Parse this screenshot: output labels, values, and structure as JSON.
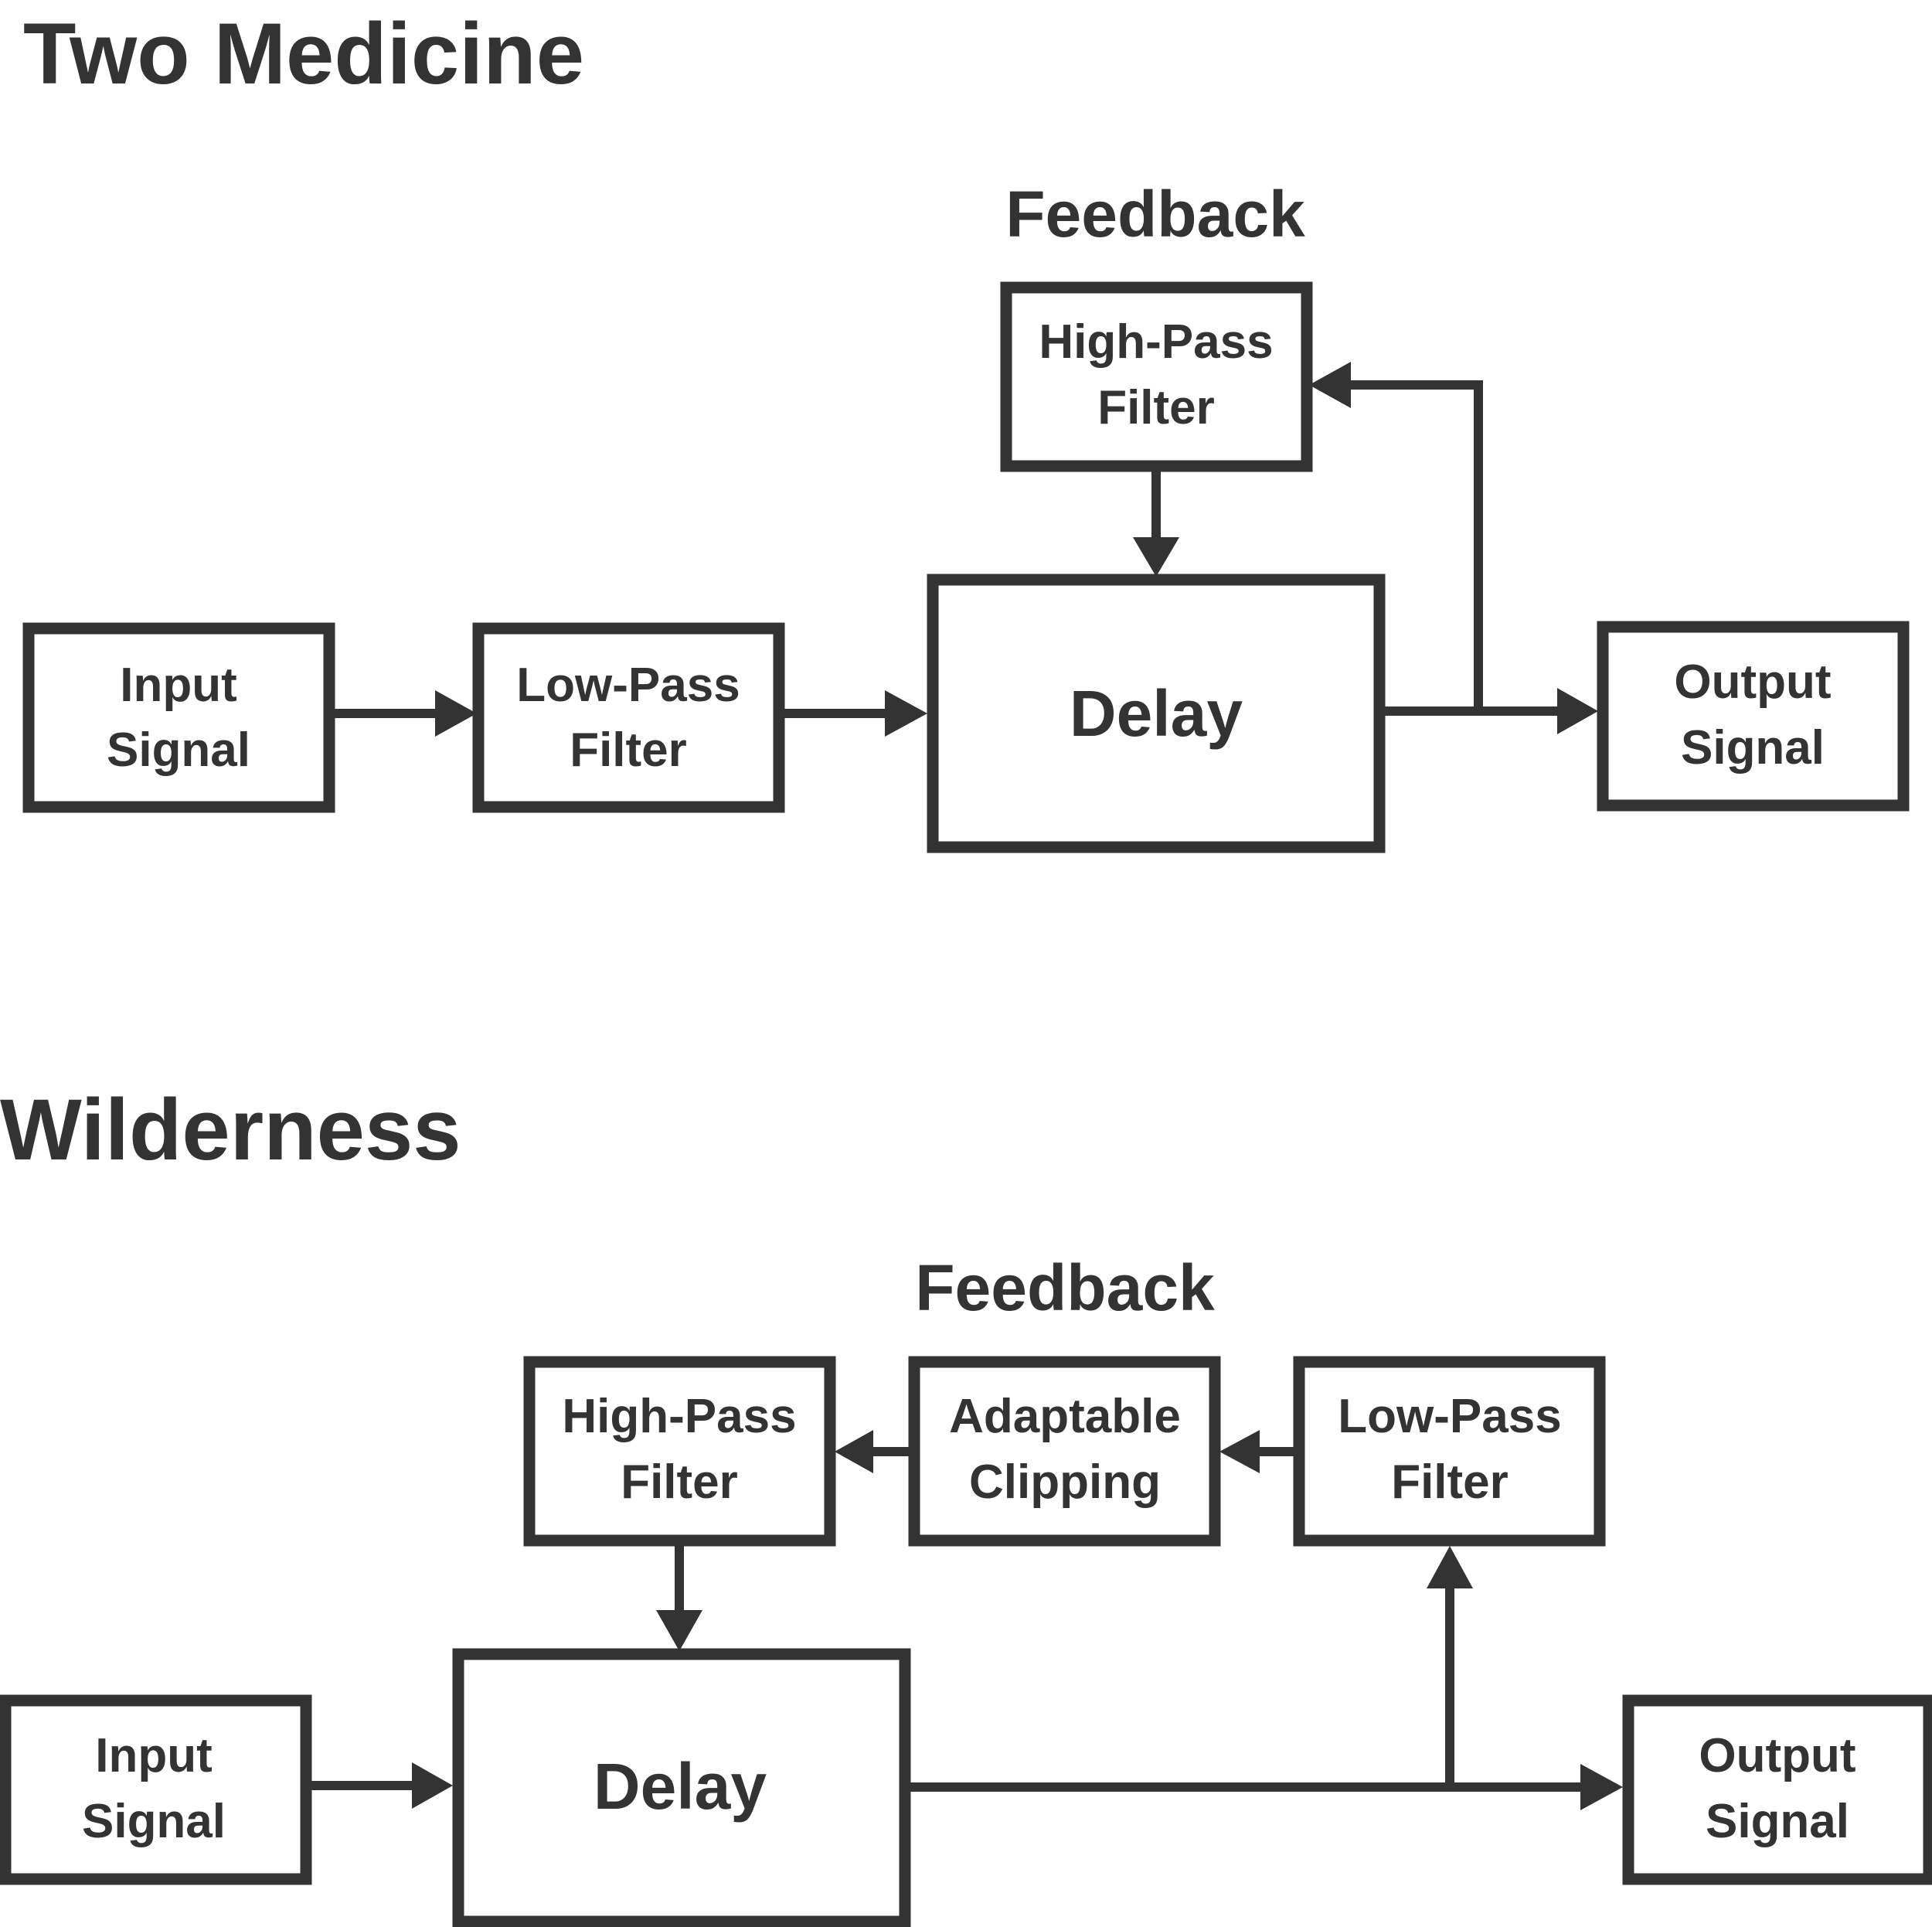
{
  "sections": {
    "two_medicine": {
      "title": "Two Medicine",
      "feedback_label": "Feedback",
      "input": [
        "Input",
        "Signal"
      ],
      "lowpass": [
        "Low-Pass",
        "Filter"
      ],
      "delay": "Delay",
      "highpass": [
        "High-Pass",
        "Filter"
      ],
      "output": [
        "Output",
        "Signal"
      ]
    },
    "wilderness": {
      "title": "Wilderness",
      "feedback_label": "Feedback",
      "input": [
        "Input",
        "Signal"
      ],
      "delay": "Delay",
      "highpass": [
        "High-Pass",
        "Filter"
      ],
      "clipping": [
        "Adaptable",
        "Clipping"
      ],
      "lowpass": [
        "Low-Pass",
        "Filter"
      ],
      "output": [
        "Output",
        "Signal"
      ]
    }
  },
  "colors": {
    "stroke": "#333333",
    "background": "#ffffff"
  }
}
